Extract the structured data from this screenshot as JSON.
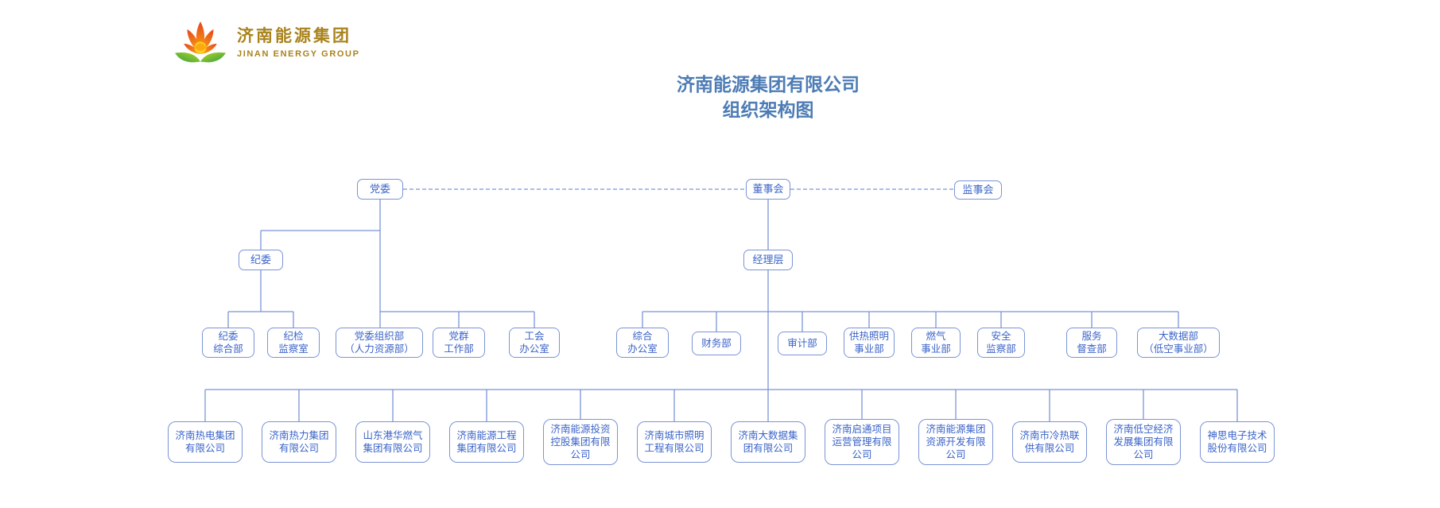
{
  "logo": {
    "company_cn": "济南能源集团",
    "company_en": "JINAN ENERGY GROUP",
    "icon": "lotus-flower-icon"
  },
  "title": {
    "line1": "济南能源集团有限公司",
    "line2": "组织架构图"
  },
  "colors": {
    "connector_line": "#7b94d6",
    "node_border": "#7b94d6",
    "node_text": "#3b64c8",
    "title_text": "#4d7cb5",
    "logo_gold": "#a9831c",
    "logo_orange": "#ee6a13",
    "logo_green": "#4cae3c",
    "background": "#ffffff"
  },
  "org": {
    "governance": [
      {
        "label": "党委"
      },
      {
        "label": "董事会"
      },
      {
        "label": "监事会"
      }
    ],
    "level2": [
      {
        "label": "纪委"
      },
      {
        "label": "经理层"
      }
    ],
    "discipline_depts": [
      {
        "label": "纪委\n综合部"
      },
      {
        "label": "纪检\n监察室"
      }
    ],
    "party_depts": [
      {
        "label": "党委组织部\n（人力资源部）"
      },
      {
        "label": "党群\n工作部"
      },
      {
        "label": "工会\n办公室"
      }
    ],
    "management_depts": [
      {
        "label": "综合\n办公室"
      },
      {
        "label": "财务部"
      },
      {
        "label": "审计部"
      },
      {
        "label": "供热照明\n事业部"
      },
      {
        "label": "燃气\n事业部"
      },
      {
        "label": "安全\n监察部"
      },
      {
        "label": "服务\n督查部"
      },
      {
        "label": "大数据部\n（低空事业部）"
      }
    ],
    "subsidiaries": [
      {
        "label": "济南热电集团\n有限公司"
      },
      {
        "label": "济南热力集团\n有限公司"
      },
      {
        "label": "山东港华燃气\n集团有限公司"
      },
      {
        "label": "济南能源工程\n集团有限公司"
      },
      {
        "label": "济南能源投资\n控股集团有限\n公司"
      },
      {
        "label": "济南城市照明\n工程有限公司"
      },
      {
        "label": "济南大数据集\n团有限公司"
      },
      {
        "label": "济南启通项目\n运营管理有限\n公司"
      },
      {
        "label": "济南能源集团\n资源开发有限\n公司"
      },
      {
        "label": "济南市冷热联\n供有限公司"
      },
      {
        "label": "济南低空经济\n发展集团有限\n公司"
      },
      {
        "label": "神思电子技术\n股份有限公司"
      }
    ]
  }
}
